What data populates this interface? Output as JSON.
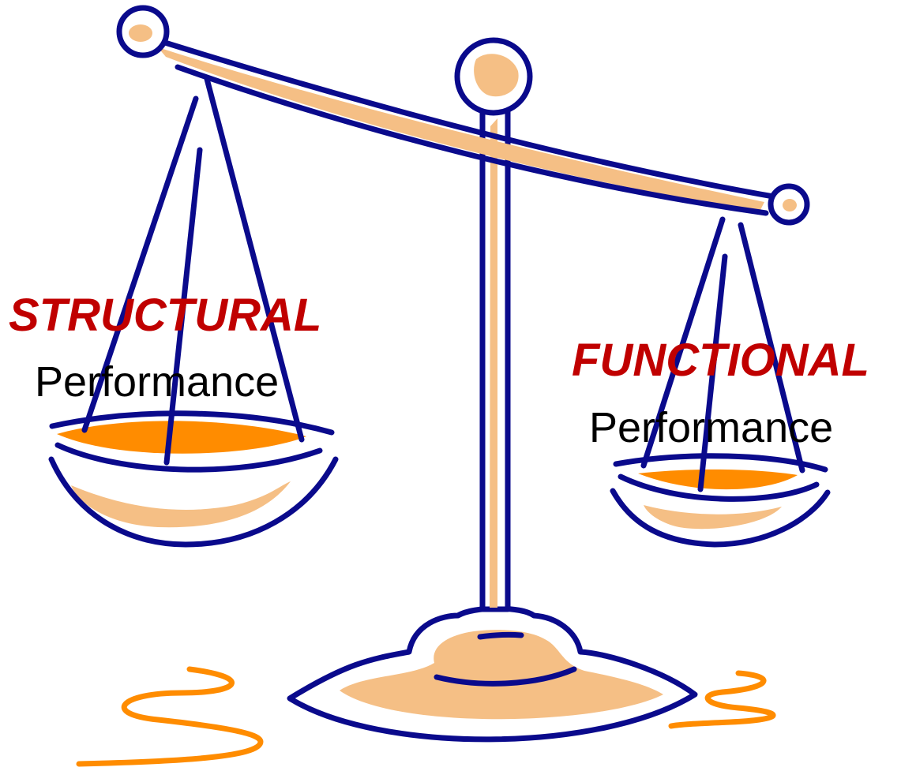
{
  "left_pan": {
    "category": "STRUCTURAL",
    "label": "Performance"
  },
  "right_pan": {
    "category": "FUNCTIONAL",
    "label": "Performance"
  },
  "colors": {
    "outline": "#0a0a8c",
    "tan": "#f5bf85",
    "orange": "#ff8c00",
    "category_text": "#c00000",
    "label_text": "#000000"
  }
}
